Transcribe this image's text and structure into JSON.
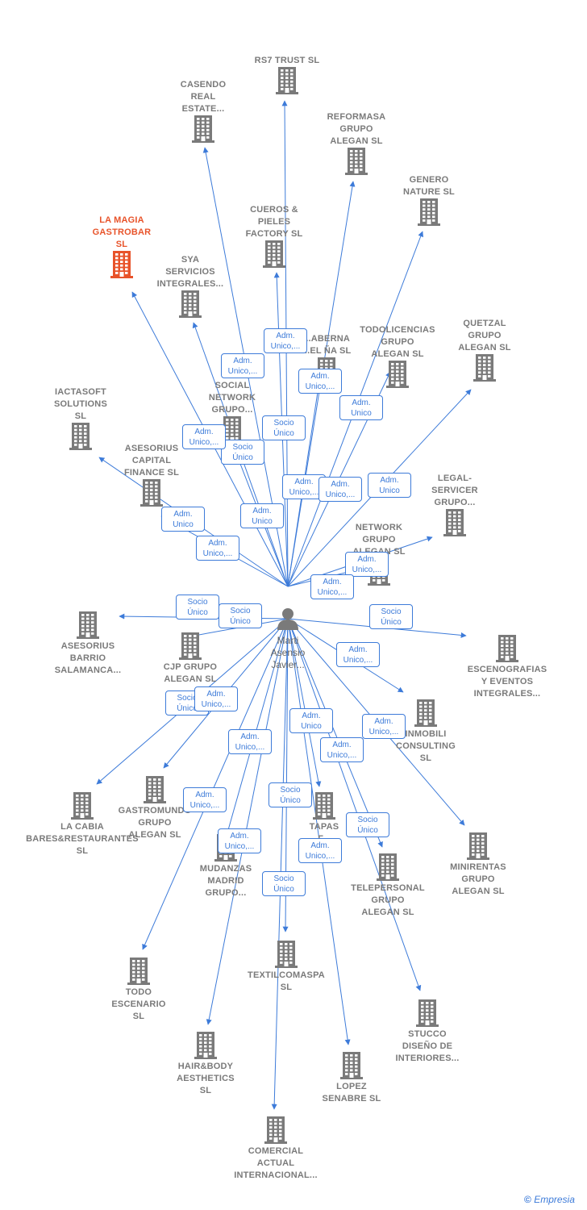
{
  "center": {
    "name": "Marti\nAsensio\nJavier..."
  },
  "companies": [
    {
      "name": "RS7 TRUST  SL"
    },
    {
      "name": "CASENDO\nREAL\nESTATE..."
    },
    {
      "name": "REFORMASA\nGRUPO\nALEGAN  SL"
    },
    {
      "name": "GENERO\nNATURE SL"
    },
    {
      "name": "LA MAGIA\nGASTROBAR\nSL",
      "highlight": true
    },
    {
      "name": "CUEROS &\nPIELES\nFACTORY  SL"
    },
    {
      "name": "SYA\nSERVICIOS\nINTEGRALES..."
    },
    {
      "name": "...ABERNA\n...EL ÑA  SL"
    },
    {
      "name": "TODOLICENCIAS\nGRUPO\nALEGAN  SL"
    },
    {
      "name": "QUETZAL\nGRUPO\nALEGAN  SL"
    },
    {
      "name": "IACTASOFT\nSOLUTIONS\nSL"
    },
    {
      "name": "SOCIAL\nNETWORK\nGRUPO..."
    },
    {
      "name": "ASESORIUS\nCAPITAL\nFINANCE  SL"
    },
    {
      "name": "LEGAL-\nSERVICER\nGRUPO..."
    },
    {
      "name": "NETWORK\nGRUPO\nALEGAN  SL"
    },
    {
      "name": "ASESORIUS\nBARRIO\nSALAMANCA..."
    },
    {
      "name": "CJP GRUPO\nALEGAN  SL"
    },
    {
      "name": "ESCENOGRAFIAS\nY EVENTOS\nINTEGRALES..."
    },
    {
      "name": "INMOBILI\nCONSULTING\nSL"
    },
    {
      "name": "LA CABIA\nBARES&RESTAURANTES\nSL"
    },
    {
      "name": "GASTROMUNDO\nGRUPO\nALEGAN  SL"
    },
    {
      "name": "TAPAS\nF..."
    },
    {
      "name": "MINIRENTAS\nGRUPO\nALEGAN  SL"
    },
    {
      "name": "MUDANZAS\nMADRID\nGRUPO..."
    },
    {
      "name": "TELEPERSONAL\nGRUPO\nALEGAN  SL"
    },
    {
      "name": "TODO\nESCENARIO\nSL"
    },
    {
      "name": "TEXTILCOMASPA\nSL"
    },
    {
      "name": "STUCCO\nDISEÑO DE\nINTERIORES..."
    },
    {
      "name": "HAIR&BODY\nAESTHETICS\nSL"
    },
    {
      "name": "LOPEZ\nSENABRE  SL"
    },
    {
      "name": "COMERCIAL\nACTUAL\nINTERNACIONAL..."
    }
  ],
  "relations": [
    "Adm.\nUnico,...",
    "Adm.\nUnico,...",
    "Adm.\nUnico,...",
    "Socio\nÚnico",
    "Socio\nÚnico",
    "Adm.\nUnico,...",
    "Adm.\nUnico",
    "Adm.\nUnico,...",
    "Adm.\nUnico,...",
    "Adm.\nUnico",
    "Adm.\nUnico,...",
    "Socio\nÚnico",
    "Adm.\nUnico,...",
    "Adm.\nUnico,...",
    "Adm.\nUnico",
    "Adm.\nUnico,...",
    "Adm.\nUnico",
    "Socio\nÚnico",
    "Socio\nÚnico",
    "Socio\nÚnico",
    "Adm.\nUnico,...",
    "Adm.\nUnico",
    "Adm.\nUnico,...",
    "Adm.\nUnico,...",
    "Adm.\nUnico,...",
    "Adm.\nUnico,...",
    "Socio\nÚnico",
    "Adm.\nUnico,...",
    "Socio\nÚnico",
    "Adm.\nUnico,...",
    "Socio\nÚnico"
  ],
  "footer": {
    "symbol": "©",
    "brand": "Empresia"
  },
  "colors": {
    "edge": "#3d7bd9",
    "building": "#7a7a7a",
    "highlight": "#e8532a"
  }
}
